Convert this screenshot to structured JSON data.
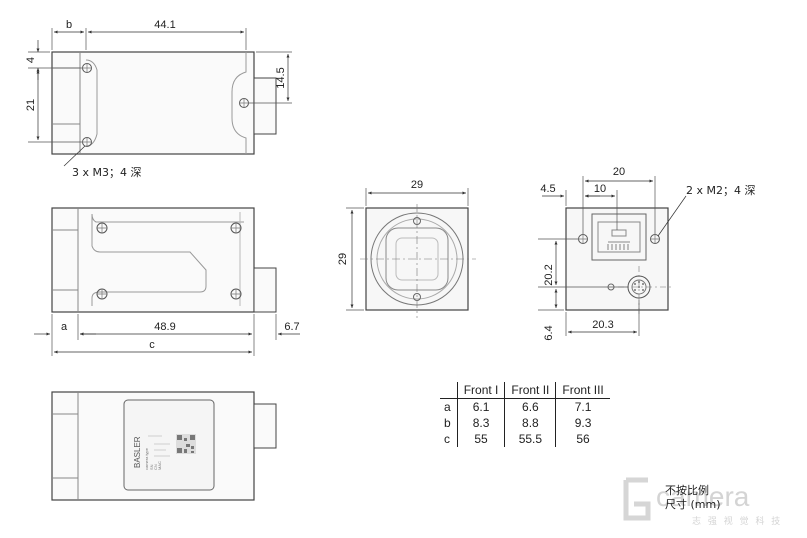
{
  "top_view": {
    "dim_b": "b",
    "dim_width": "44.1",
    "dim_left_4": "4",
    "dim_left_21": "21",
    "dim_right_145": "14.5",
    "note_holes": "3 x M3；4 深"
  },
  "side_view": {
    "dim_a": "a",
    "dim_489": "48.9",
    "dim_67": "6.7",
    "dim_c": "c"
  },
  "front_view": {
    "dim_top": "29",
    "dim_left": "29"
  },
  "back_view": {
    "dim_20": "20",
    "dim_45": "4.5",
    "dim_10": "10",
    "note_holes": "2 x M2；4 深",
    "dim_202": "20.2",
    "dim_64": "6.4",
    "dim_203": "20.3"
  },
  "label": {
    "brand": "BASLER",
    "line1": "camera type",
    "line2": "SN",
    "line3": "CN",
    "line4": "MAC"
  },
  "table": {
    "headers": [
      "",
      "Front I",
      "Front II",
      "Front III"
    ],
    "rows": [
      [
        "a",
        "6.1",
        "6.6",
        "7.1"
      ],
      [
        "b",
        "8.3",
        "8.8",
        "9.3"
      ],
      [
        "c",
        "55",
        "55.5",
        "56"
      ]
    ]
  },
  "scale_note": {
    "line1": "不按比例",
    "line2": "尺寸 (mm)"
  },
  "watermark": {
    "text": "camera",
    "sub": "志 强 视 觉 科 技"
  }
}
